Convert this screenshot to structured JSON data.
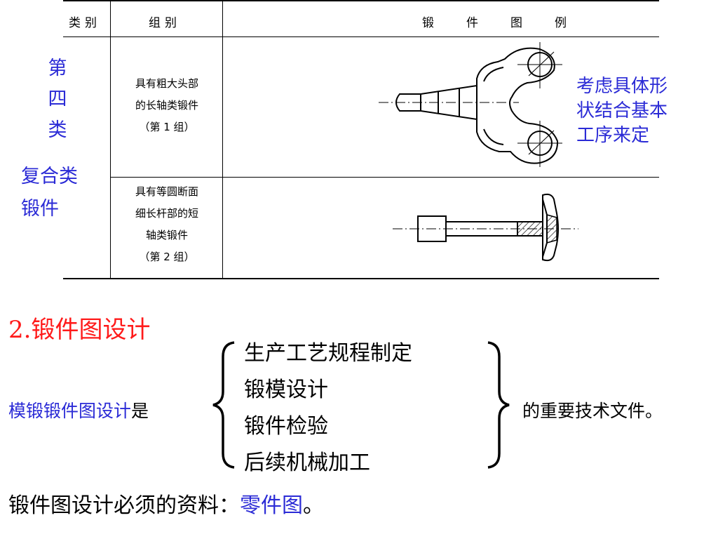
{
  "table": {
    "headers": {
      "category": "类别",
      "group": "组别",
      "example": "锻件图例"
    },
    "category_vertical": [
      "第",
      "四",
      "类"
    ],
    "category_name": [
      "复合类",
      "锻件"
    ],
    "groups": [
      {
        "lines": [
          "具有粗大头部",
          "的长轴类锻件",
          "（第 1 组）"
        ]
      },
      {
        "lines": [
          "具有等圆断面",
          "细长杆部的短",
          "轴类锻件",
          "（第 2 组）"
        ]
      }
    ],
    "note": [
      "考虑具体形",
      "状结合基本",
      "工序来定"
    ]
  },
  "section": {
    "title": "2.锻件图设计"
  },
  "intro": {
    "highlight": "模锻锻件图设计",
    "tail": "是"
  },
  "purposes": [
    "生产工艺规程制定",
    "锻模设计",
    "锻件检验",
    "后续机械加工"
  ],
  "suffix": "的重要技术文件。",
  "requirement": {
    "prefix": "锻件图设计必须的资料：",
    "highlight": "零件图",
    "end": "。"
  },
  "colors": {
    "blue": "#2b2bd6",
    "red": "#ff1a1a",
    "black": "#000000"
  }
}
